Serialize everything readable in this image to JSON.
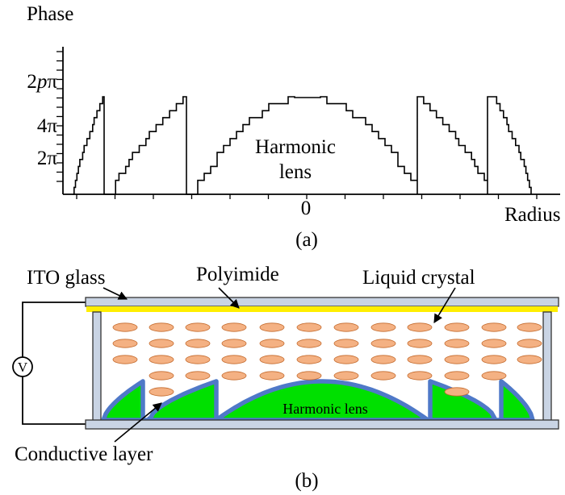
{
  "panel_a": {
    "y_axis_title": "Phase",
    "y_ticks": [
      {
        "pre": "2",
        "ital": "p",
        "post": "π"
      },
      {
        "pre": "4π",
        "ital": "",
        "post": ""
      },
      {
        "pre": "2π",
        "ital": "",
        "post": ""
      }
    ],
    "x_zero_label": "0",
    "x_axis_title": "Radius",
    "center_label_line1": "Harmonic",
    "center_label_line2": "lens",
    "caption": "(a)"
  },
  "panel_b": {
    "label_ito_glass": "ITO glass",
    "label_polyimide": "Polyimide",
    "label_liquid_crystal": "Liquid crystal",
    "label_harmonic_lens": "Harmonic lens",
    "label_conductive_layer": "Conductive layer",
    "voltage_source_symbol": "V",
    "caption": "(b)",
    "colors": {
      "glass": "#c9d4e4",
      "polyimide": "#ffee00",
      "lc_molecule": "#f4b183",
      "lens_fill": "#00e000",
      "conductive_layer": "#4f79c8"
    }
  }
}
